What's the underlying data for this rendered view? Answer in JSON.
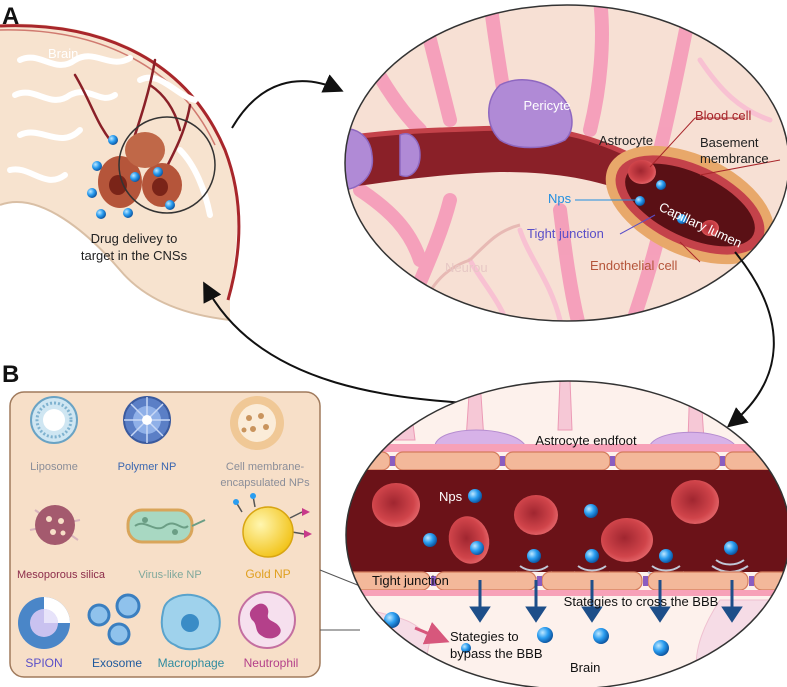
{
  "panels": {
    "a": "A",
    "b": "B"
  },
  "brain": {
    "label_brain": "Brain",
    "drug_delivery_line1": "Drug delivey to",
    "drug_delivery_line2": "target in the CNSs"
  },
  "vessel": {
    "pericyte": "Pericyte",
    "astrocyte": "Astrocyte",
    "blood_cell": "Blood cell",
    "basement_line1": "Basement",
    "basement_line2": "membrance",
    "nps": "Nps",
    "capillary_lumen": "Capillary lumen",
    "tight_junction": "Tight junction",
    "endothelial_cell": "Endothelial cell",
    "neurou": "Neurou"
  },
  "nanoparticles": {
    "liposome": "Liposome",
    "polymer_np": "Polymer NP",
    "cell_membrane_line1": "Cell membrane-",
    "cell_membrane_line2": "encapsulated NPs",
    "mesoporous_silica": "Mesoporous silica",
    "virus_like_np": "Virus-like NP",
    "gold_np": "Gold NP",
    "spion": "SPION",
    "exosome": "Exosome",
    "macrophage": "Macrophage",
    "neutrophil": "Neutrophil"
  },
  "bbb": {
    "astrocyte_endfoot": "Astrocyte endfoot",
    "nps": "Nps",
    "tight_junction": "Tight junction",
    "cross_bbb": "Stategies to cross the BBB",
    "bypass_line1": "Stategies to",
    "bypass_line2": "bypass the BBB",
    "brain": "Brain"
  },
  "colors": {
    "brain_tissue": "#f7e3cf",
    "brain_outline": "#a8262b",
    "blood_vessel": "#7a1b1f",
    "red_cell": "#c83a3f",
    "pericyte": "#b08ad6",
    "astrocyte_pink": "#f49ab8",
    "np_blue": "#1f8ee0",
    "panel_b_bg": "#f7dfc8",
    "arrow_navy": "#1d4e89",
    "label_red": "#a8262b",
    "label_cyan": "#1f8ee0",
    "label_violet": "#5a4fc8",
    "label_gold": "#e0a020"
  }
}
